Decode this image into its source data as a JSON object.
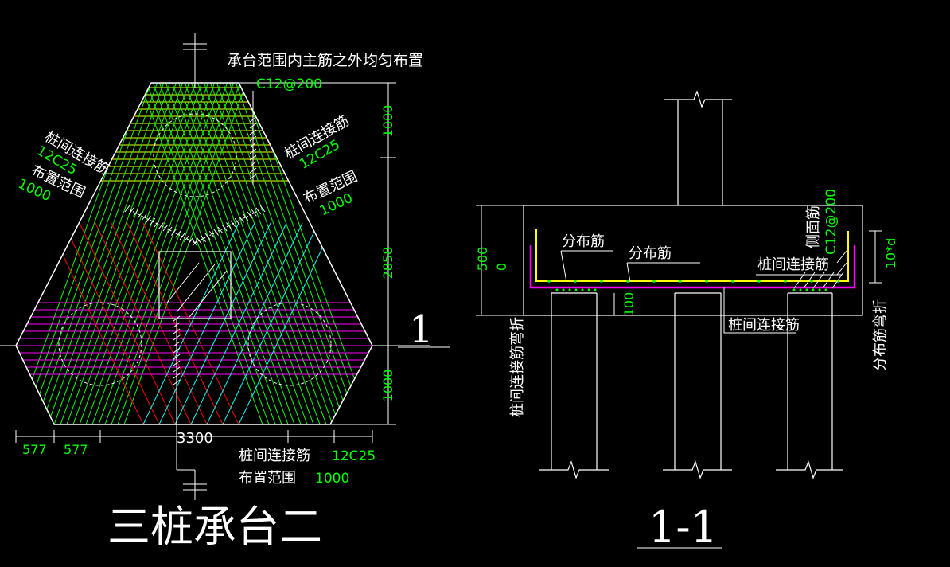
{
  "colors": {
    "background": "#000000",
    "outline": "#ffffff",
    "dimension_text": "#00ff00",
    "rebar_green": "#00ff00",
    "rebar_yellow": "#ffff00",
    "rebar_magenta": "#ff00ff",
    "rebar_red": "#ff0000",
    "rebar_cyan": "#00ffff"
  },
  "plan": {
    "title": "三桩承台二",
    "section_mark": "1",
    "note_top": "承台范围内主筋之外均匀布置",
    "note_top_spec": "C12@200",
    "left_label_1": "桩间连接筋",
    "left_label_1_spec": "12C25",
    "left_label_2": "布置范围",
    "left_label_2_spec": "1000",
    "right_label_1": "桩间连接筋",
    "right_label_1_spec": "12C25",
    "right_label_2": "布置范围",
    "right_label_2_spec": "1000",
    "bottom_label_1": "桩间连接筋",
    "bottom_label_1_spec": "12C25",
    "bottom_label_2": "布置范围",
    "bottom_label_2_spec": "1000",
    "dim_top": "1000",
    "dim_middle": "2858",
    "dim_lower": "1000",
    "dim_bottom_total": "3300",
    "dim_bottom_left_1": "577",
    "dim_bottom_left_2": "577"
  },
  "section": {
    "title": "1-1",
    "label_distrib_1": "分布筋",
    "label_distrib_2": "分布筋",
    "label_link_top": "桩间连接筋",
    "label_link_bottom": "桩间连接筋",
    "label_side": "侧面筋",
    "label_side_spec": "C12@200",
    "label_left_vertical": "桩间连接筋弯折",
    "label_right_vertical": "分布筋弯折",
    "dim_depth": "500",
    "dim_zero": "0",
    "dim_cover": "100",
    "dim_bend": "10*d"
  }
}
